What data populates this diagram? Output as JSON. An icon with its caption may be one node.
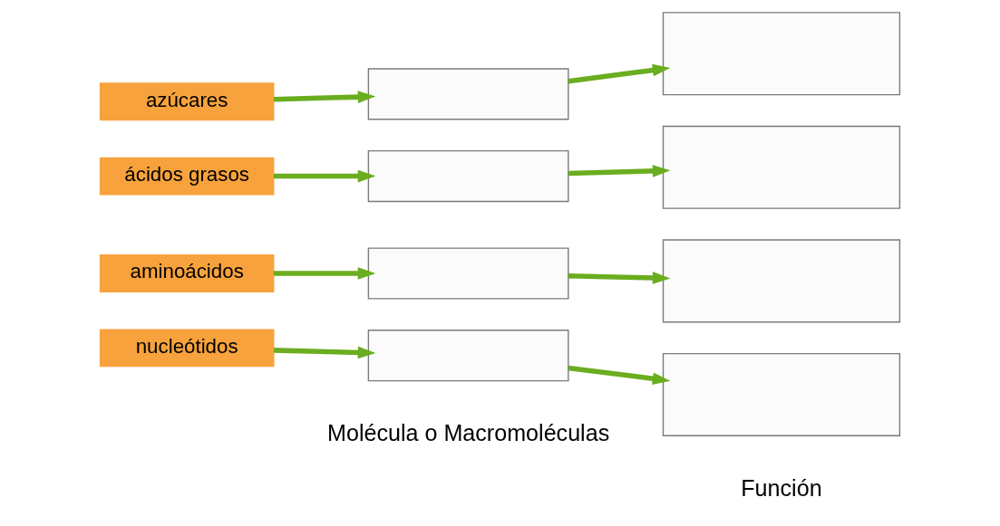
{
  "diagram": {
    "nodes": [
      {
        "text": [
          "azúcares"
        ]
      },
      {
        "text": [],
        "shape": "box"
      },
      {
        "text": [],
        "shape": "box"
      },
      {
        "text": [
          "ácidos grasos"
        ]
      },
      {
        "text": [],
        "shape": "box"
      },
      {
        "text": [],
        "shape": "box"
      },
      {
        "text": [
          "aminoácidos"
        ]
      },
      {
        "text": [],
        "shape": "box"
      },
      {
        "text": [],
        "shape": "box"
      },
      {
        "text": [
          "nucleótidos"
        ]
      },
      {
        "text": [],
        "shape": "box"
      },
      {
        "text": [],
        "shape": "box"
      }
    ],
    "edges": [
      {
        "from": 0,
        "to": 1,
        "arrow": "to"
      },
      {
        "from": 1,
        "to": 2,
        "arrow": "to"
      },
      {
        "from": 3,
        "to": 4,
        "arrow": "to"
      },
      {
        "from": 4,
        "to": 5,
        "arrow": "to"
      },
      {
        "from": 6,
        "to": 7,
        "arrow": "to"
      },
      {
        "from": 7,
        "to": 8,
        "arrow": "to"
      },
      {
        "from": 9,
        "to": 10,
        "arrow": "to"
      },
      {
        "from": 10,
        "to": 11,
        "arrow": "to"
      }
    ],
    "labels": [
      "Molécula o Macromoléculas",
      "Función"
    ]
  }
}
